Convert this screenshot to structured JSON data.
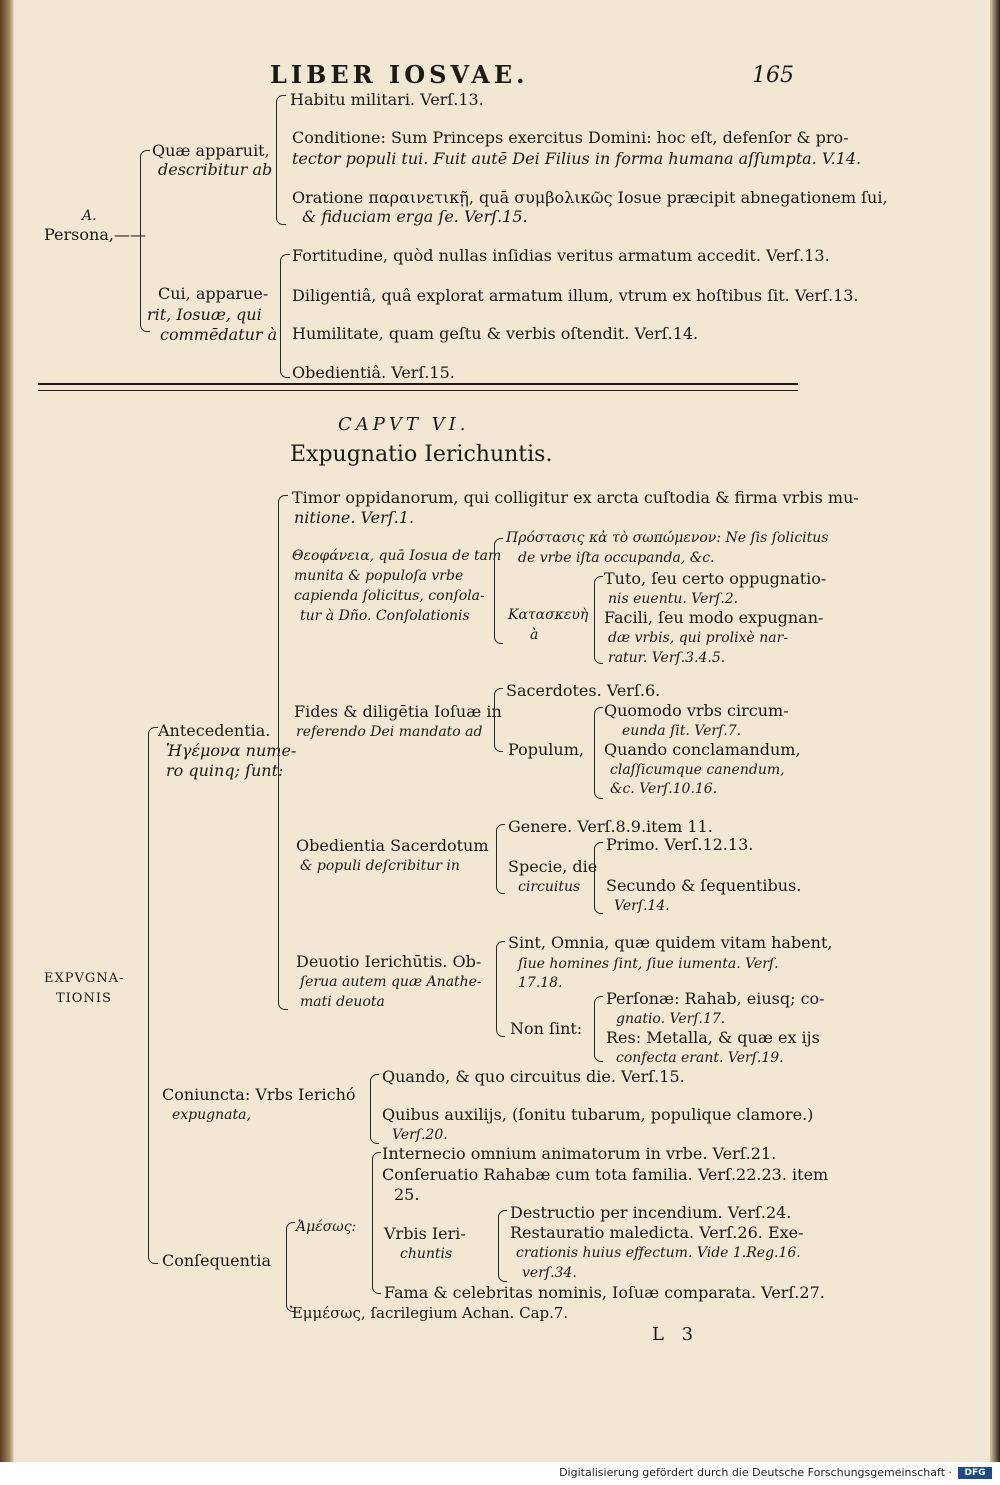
{
  "header": {
    "running_title": "LIBER IOSVAE.",
    "page_number": "165"
  },
  "part1": {
    "root": [
      "A.",
      "Persona,——"
    ],
    "qua_label": [
      "Quæ apparuit,",
      "describitur ab"
    ],
    "cui_label": [
      "Cui, apparue-",
      "rit, Iosuæ, qui",
      "commēdatur à"
    ],
    "qua_items": [
      [
        "Habitu militari. Verſ.13."
      ],
      [
        "Conditione: Sum Princeps exercitus Domini: hoc eſt, defenſor & pro-",
        "tector populi tui. Fuit autē Dei Filius in forma humana aſſumpta. V.14."
      ],
      [
        "Oratione παραινετικῇ, quā συμβολικῶς Iosue præcipit abnegationem ſui,",
        "& fiduciam erga ſe. Verſ.15."
      ]
    ],
    "cui_items": [
      "Fortitudine, quòd nullas inſidias veritus armatum accedit. Verſ.13.",
      "Diligentiâ, quâ explorat armatum illum, vtrum ex hoſtibus ſit. Verſ.13.",
      "Humilitate, quam geſtu & verbis oſtendit. Verſ.14.",
      "Obedientiâ. Verſ.15."
    ]
  },
  "chapter": {
    "label": "CAPVT VI.",
    "title": "Expugnatio Ierichuntis."
  },
  "part2": {
    "root": [
      "EXPVGNA-",
      "TIONIS"
    ],
    "antecedentia": [
      "Antecedentia.",
      "Ἡγέμονα nume-",
      "ro quinq; ſunt:"
    ],
    "timor": [
      "Timor oppidanorum, qui colligitur ex arcta cuſtodia & firma vrbis mu-",
      "nitione. Verſ.1."
    ],
    "theoph": [
      "Θεοφάνεια, quā Iosua de tam",
      "munita & populoſa vrbe",
      "capienda ſolicitus, conſola-",
      "tur à Dño. Conſolationis"
    ],
    "prostasis": [
      "Πρόστασις κἀ τὸ σωπώμενον: Ne ſis ſolicitus",
      "de vrbe iſta occupanda, &c."
    ],
    "kataskeue": [
      "Κατασκευὴ",
      "à"
    ],
    "tuto": [
      "Tuto, ſeu certo oppugnatio-",
      "nis euentu. Verſ.2."
    ],
    "facili": [
      "Facili, ſeu modo expugnan-",
      "dæ vrbis, qui prolixè nar-",
      "ratur. Verſ.3.4.5."
    ],
    "fides": [
      "Fides & diligētia Ioſuæ in",
      "referendo Dei mandato ad"
    ],
    "sacerdotes": "Sacerdotes. Verſ.6.",
    "populum": "Populum,",
    "quomodo": [
      "Quomodo vrbs circum-",
      "eunda ſit. Verſ.7."
    ],
    "quando1": [
      "Quando conclamandum,",
      "claſſicumque canendum,",
      "&c. Verſ.10.16."
    ],
    "obedientia": [
      "Obedientia Sacerdotum",
      "& populi deſcribitur in"
    ],
    "genere": "Genere. Verſ.8.9.item 11.",
    "specie": [
      "Specie, die",
      "circuitus"
    ],
    "primo": "Primo. Verſ.12.13.",
    "secundo": [
      "Secundo & ſequentibus.",
      "Verſ.14."
    ],
    "deuotio": [
      "Deuotio Ierichūtis. Ob-",
      "ſerua autem quæ Anathe-",
      "mati deuota"
    ],
    "sint": [
      "Sint, Omnia, quæ quidem vitam habent,",
      "ſiue homines ſint, ſiue iumenta. Verſ.",
      "17.18."
    ],
    "non_sint": "Non ſint:",
    "personae": [
      "Perſonæ: Rahab, eiusq; co-",
      "gnatio. Verſ.17."
    ],
    "res": [
      "Res: Metalla, & quæ ex ijs",
      "confecta erant. Verſ.19."
    ],
    "coniuncta": [
      "Coniuncta: Vrbs Ierichó",
      "expugnata,"
    ],
    "quando2": "Quando, & quo circuitus die. Verſ.15.",
    "quibus": [
      "Quibus auxilijs, (ſonitu tubarum, populique clamore.)",
      "Verſ.20."
    ],
    "internecio": "Internecio omnium animatorum in vrbe. Verſ.21.",
    "conseruatio": [
      "Conſeruatio Rahabæ cum tota familia. Verſ.22.23. item",
      "25."
    ],
    "amesos": "Ἀμέσως:",
    "vrbis": [
      "Vrbis Ieri-",
      "chuntis"
    ],
    "destructio": "Destructio per incendium. Verſ.24.",
    "restauratio": [
      "Restauratio maledicta. Verſ.26. Exe-",
      "crationis huius effectum. Vide 1.Reg.16.",
      "verſ.34."
    ],
    "fama": "Fama & celebritas nominis, Ioſuæ comparata. Verſ.27.",
    "consequentia": "Conſequentia",
    "emmesos": "Ἐμμέσως, ſacrilegium Achan. Cap.7."
  },
  "signature": "L 3",
  "footer": {
    "text": "Digitalisierung gefördert durch die Deutsche Forschungsgemeinschaft ·",
    "logo": "DFG"
  }
}
